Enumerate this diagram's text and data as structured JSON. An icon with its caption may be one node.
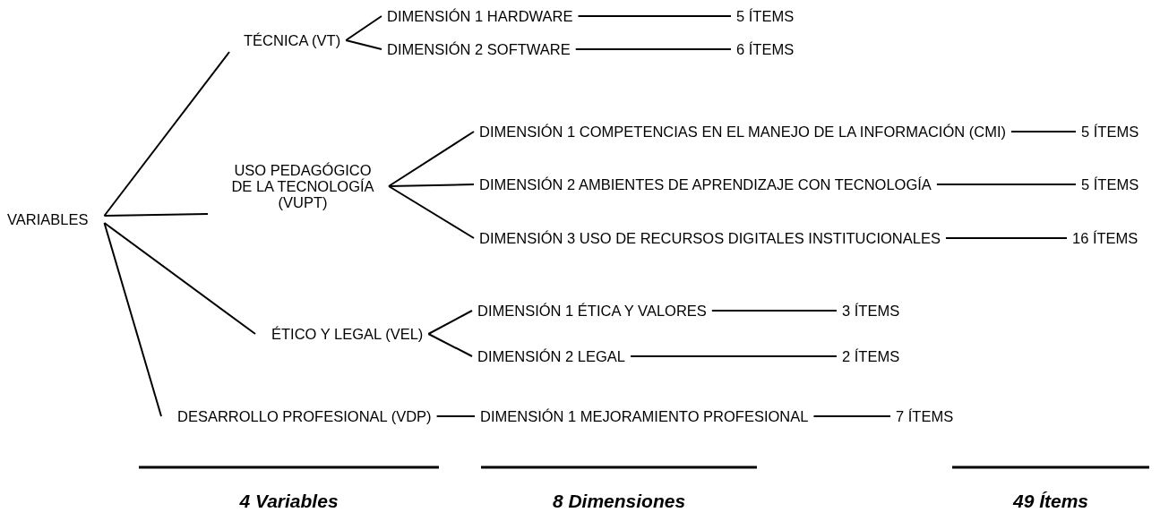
{
  "diagram": {
    "nodes": [
      {
        "text": [
          "VARIABLES"
        ]
      },
      {
        "text": [
          "TÉCNICA (VT)"
        ]
      },
      {
        "text": [
          "USO PEDAGÓGICO DE LA TECNOLOGÍA (VUPT)"
        ]
      },
      {
        "text": [
          "ÉTICO Y LEGAL (VEL)"
        ]
      },
      {
        "text": [
          "DESARROLLO PROFESIONAL (VDP)"
        ]
      },
      {
        "text": [
          "DIMENSIÓN 1 HARDWARE"
        ]
      },
      {
        "text": [
          "DIMENSIÓN 2 SOFTWARE"
        ]
      },
      {
        "text": [
          "DIMENSIÓN 1 COMPETENCIAS EN EL MANEJO DE LA INFORMACIÓN (CMI)"
        ]
      },
      {
        "text": [
          "DIMENSIÓN 2 AMBIENTES DE APRENDIZAJE CON TECNOLOGÍA"
        ]
      },
      {
        "text": [
          "DIMENSIÓN 3 USO DE RECURSOS DIGITALES INSTITUCIONALES"
        ]
      },
      {
        "text": [
          "DIMENSIÓN 1 ÉTICA Y VALORES"
        ]
      },
      {
        "text": [
          "DIMENSIÓN 2 LEGAL"
        ]
      },
      {
        "text": [
          "DIMENSIÓN 1 MEJORAMIENTO PROFESIONAL"
        ]
      },
      {
        "text": [
          "5 ÍTEMS"
        ]
      },
      {
        "text": [
          "6 ÍTEMS"
        ]
      },
      {
        "text": [
          "5 ÍTEMS"
        ]
      },
      {
        "text": [
          "5 ÍTEMS"
        ]
      },
      {
        "text": [
          "16 ÍTEMS"
        ]
      },
      {
        "text": [
          "3 ÍTEMS"
        ]
      },
      {
        "text": [
          "2 ÍTEMS"
        ]
      },
      {
        "text": [
          "7 ÍTEMS"
        ]
      }
    ],
    "edges": [
      {
        "from": 0,
        "to": 1,
        "arrow": "none"
      },
      {
        "from": 0,
        "to": 2,
        "arrow": "none"
      },
      {
        "from": 0,
        "to": 3,
        "arrow": "none"
      },
      {
        "from": 0,
        "to": 4,
        "arrow": "none"
      },
      {
        "from": 1,
        "to": 5,
        "arrow": "none"
      },
      {
        "from": 1,
        "to": 6,
        "arrow": "none"
      },
      {
        "from": 2,
        "to": 7,
        "arrow": "none"
      },
      {
        "from": 2,
        "to": 8,
        "arrow": "none"
      },
      {
        "from": 2,
        "to": 9,
        "arrow": "none"
      },
      {
        "from": 3,
        "to": 10,
        "arrow": "none"
      },
      {
        "from": 3,
        "to": 11,
        "arrow": "none"
      },
      {
        "from": 4,
        "to": 12,
        "arrow": "none"
      },
      {
        "from": 5,
        "to": 13,
        "arrow": "none"
      },
      {
        "from": 6,
        "to": 14,
        "arrow": "none"
      },
      {
        "from": 7,
        "to": 15,
        "arrow": "none"
      },
      {
        "from": 8,
        "to": 16,
        "arrow": "none"
      },
      {
        "from": 9,
        "to": 17,
        "arrow": "none"
      },
      {
        "from": 10,
        "to": 18,
        "arrow": "none"
      },
      {
        "from": 11,
        "to": 19,
        "arrow": "none"
      },
      {
        "from": 12,
        "to": 20,
        "arrow": "none"
      }
    ],
    "labels": [
      "4 Variables",
      "8 Dimensiones",
      "49 Ítems"
    ]
  }
}
